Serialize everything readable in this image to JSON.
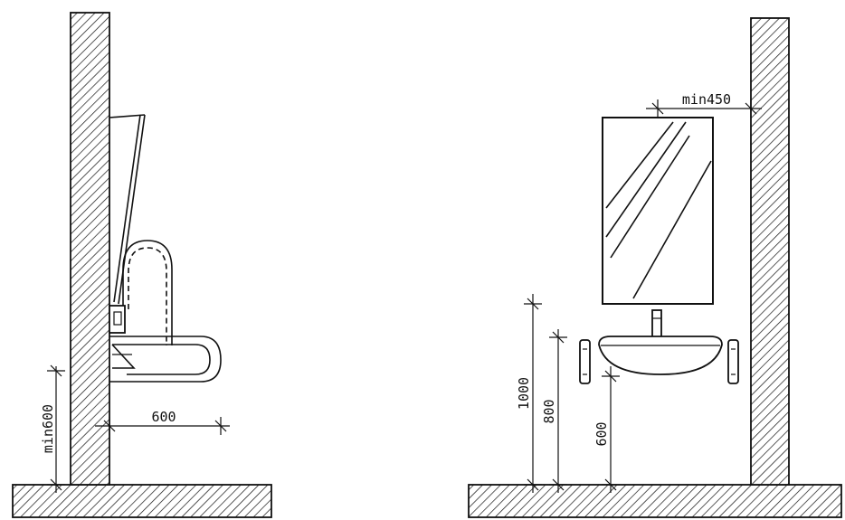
{
  "colors": {
    "ink": "#111111",
    "paper": "#ffffff"
  },
  "left_view": {
    "dim_height_label": "min600",
    "dim_depth_label": "600"
  },
  "right_view": {
    "dim_wall_clearance_label": "min450",
    "dim_1000_label": "1000",
    "dim_800_label": "800",
    "dim_600_label": "600"
  }
}
